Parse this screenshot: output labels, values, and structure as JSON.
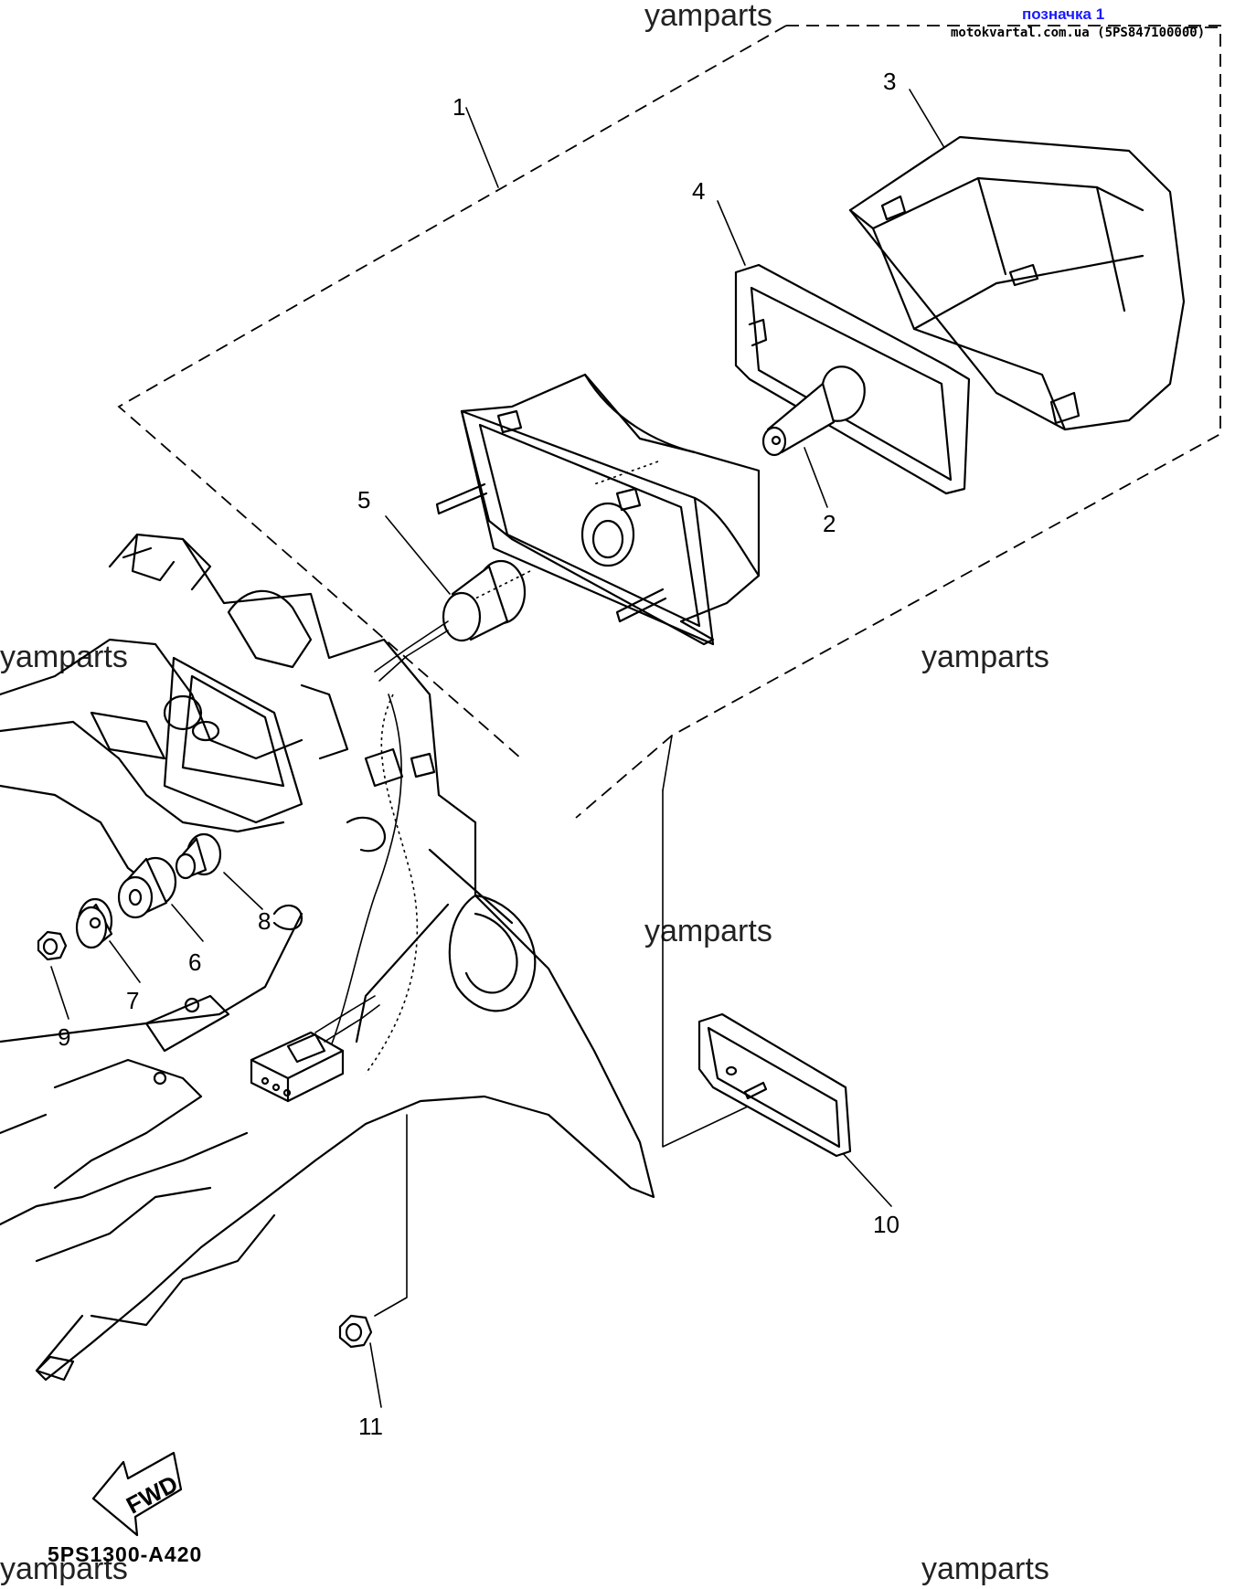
{
  "header": {
    "link_text": "позначка 1",
    "site_text": "motokvartal.com.ua (5PS847100000)"
  },
  "watermarks": [
    "yamparts",
    "yamparts",
    "yamparts",
    "yamparts",
    "yamparts",
    "yamparts"
  ],
  "part_labels": [
    "1",
    "2",
    "3",
    "4",
    "5",
    "6",
    "7",
    "8",
    "9",
    "10",
    "11"
  ],
  "fwd_label": "FWD",
  "diagram_code": "5PS1300-A420"
}
